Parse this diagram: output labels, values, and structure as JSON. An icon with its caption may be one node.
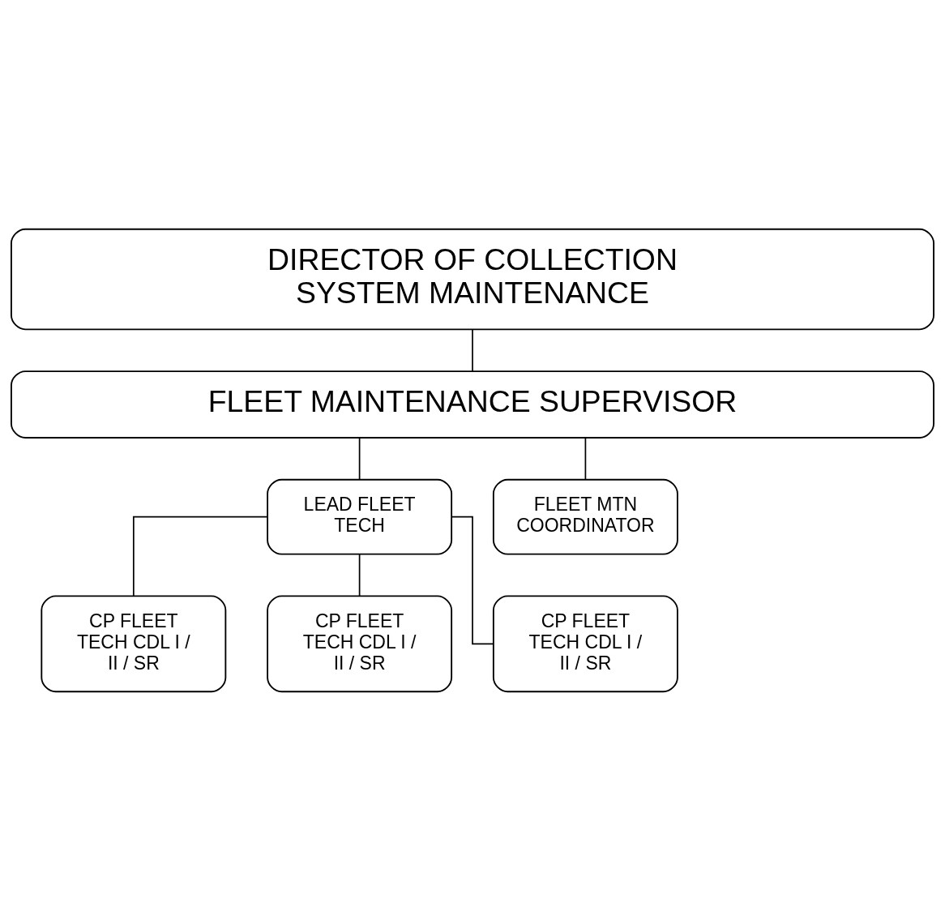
{
  "diagram": {
    "nodes": [
      {
        "text": [
          "DIRECTOR OF COLLECTION SYSTEM MAINTENANCE"
        ]
      },
      {
        "text": [
          "FLEET MAINTENANCE SUPERVISOR"
        ]
      },
      {
        "text": [
          "LEAD FLEET TECH"
        ]
      },
      {
        "text": [
          "FLEET MTN COORDINATOR"
        ]
      },
      {
        "text": [
          "CP FLEET TECH CDL I / II / SR"
        ]
      },
      {
        "text": [
          "CP FLEET TECH CDL I / II / SR"
        ]
      },
      {
        "text": [
          "CP FLEET TECH CDL I / II / SR"
        ]
      }
    ],
    "edges": [
      {
        "from": 0,
        "to": 1,
        "arrow": "none"
      },
      {
        "from": 1,
        "to": 2,
        "arrow": "none"
      },
      {
        "from": 1,
        "to": 3,
        "arrow": "none"
      },
      {
        "from": 2,
        "to": 4,
        "arrow": "none"
      },
      {
        "from": 2,
        "to": 5,
        "arrow": "none"
      },
      {
        "from": 2,
        "to": 6,
        "arrow": "none"
      }
    ]
  }
}
